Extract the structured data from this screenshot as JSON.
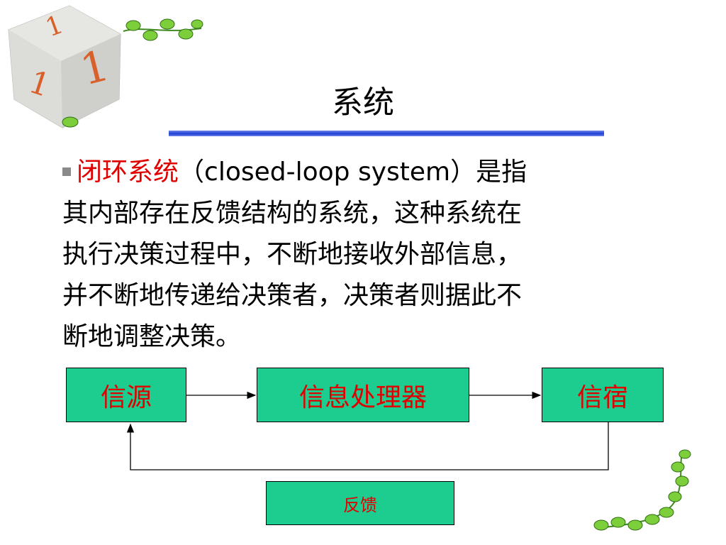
{
  "slide": {
    "title": "系统",
    "paragraph": {
      "term": "闭环系统",
      "open_paren": "（",
      "english": "closed-loop system",
      "close_paren": "）",
      "text_lines": [
        "是指",
        "其内部存在反馈结构的系统，这种系统在",
        "执行决策过程中，不断地接收外部信息，",
        "并不断地传递给决策者，决策者则据此不",
        "断地调整决策。"
      ]
    },
    "diagram": {
      "source": "信源",
      "processor": "信息处理器",
      "sink": "信宿",
      "feedback": "反馈"
    },
    "decoration": {
      "cube_glyphs": [
        "1",
        "1",
        "1"
      ]
    }
  },
  "colors": {
    "box_fill": "#1dcc8f",
    "term_red": "#e00000",
    "rule_blue": "#1f3fd6",
    "leaf_green": "#7ccf3a"
  }
}
